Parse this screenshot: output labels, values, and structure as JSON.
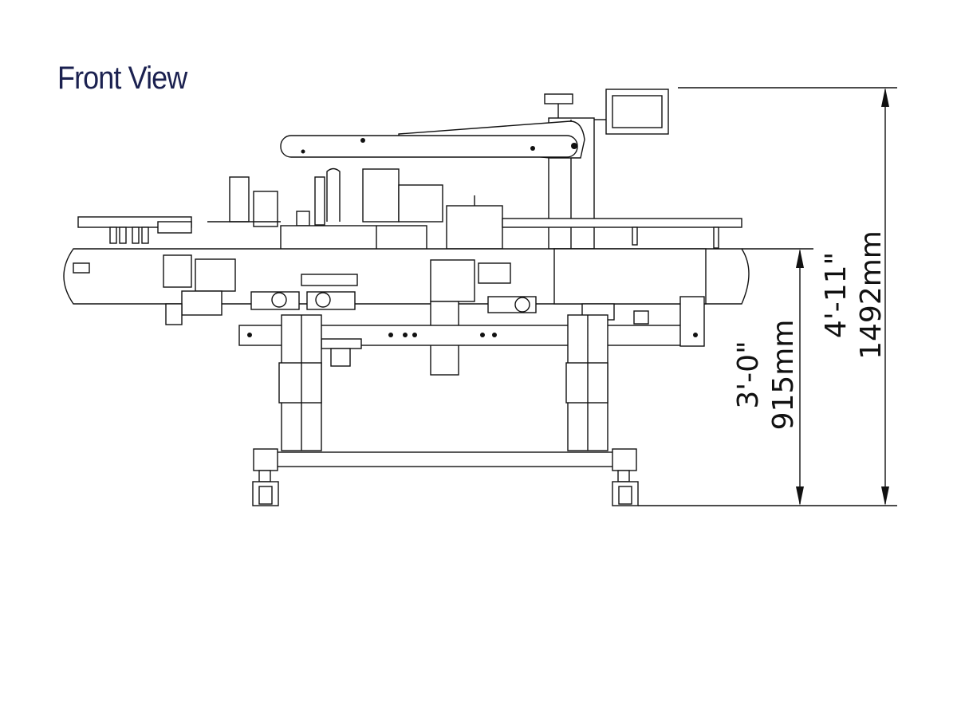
{
  "title": "Front View",
  "dimensions": {
    "overall_height": {
      "imperial": "4'-11\"",
      "metric": "1492mm"
    },
    "conveyor_height": {
      "imperial": "3'-0\"",
      "metric": "915mm"
    }
  },
  "colors": {
    "title": "#1b2150",
    "lines": "#111111"
  }
}
